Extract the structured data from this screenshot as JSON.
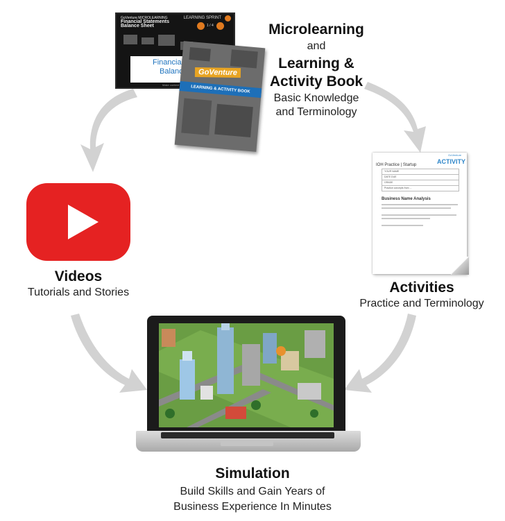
{
  "microlearning": {
    "title1": "Microlearning",
    "and": "and",
    "title2": "Learning &",
    "title3": "Activity Book",
    "sub1": "Basic Knowledge",
    "sub2": "and Terminology",
    "screen": {
      "header_small": "GoVenture MICROLEARNING",
      "header_title1": "Financial Statements",
      "header_title2": "Balance Sheet",
      "sprint_label": "LEARNING SPRINT",
      "page": "1 / 4",
      "box_line1": "Financial Stat",
      "box_line2": "Balance S",
      "footer": "Make content slide to fit"
    },
    "book": {
      "logo": "GoVenture",
      "band": "LEARNING & ACTIVITY BOOK"
    }
  },
  "videos": {
    "title": "Videos",
    "sub": "Tutorials and Stories"
  },
  "activities": {
    "title": "Activities",
    "sub": "Practice and Terminology",
    "doc": {
      "brand": "GoVenture",
      "label": "ACTIVITY",
      "heading": "IOH Practice | Startup",
      "rows": [
        "YOUR NAME",
        "DATE DUE",
        "GRADE",
        "Practice concepts from ..."
      ],
      "section": "Business Name Analysis"
    }
  },
  "simulation": {
    "title": "Simulation",
    "sub1": "Build Skills and Gain Years of",
    "sub2": "Business Experience In Minutes"
  },
  "colors": {
    "youtube": "#e52222",
    "arrow": "#d2d2d2",
    "activity_blue": "#2e86c9",
    "accent_orange": "#e07a1f"
  }
}
